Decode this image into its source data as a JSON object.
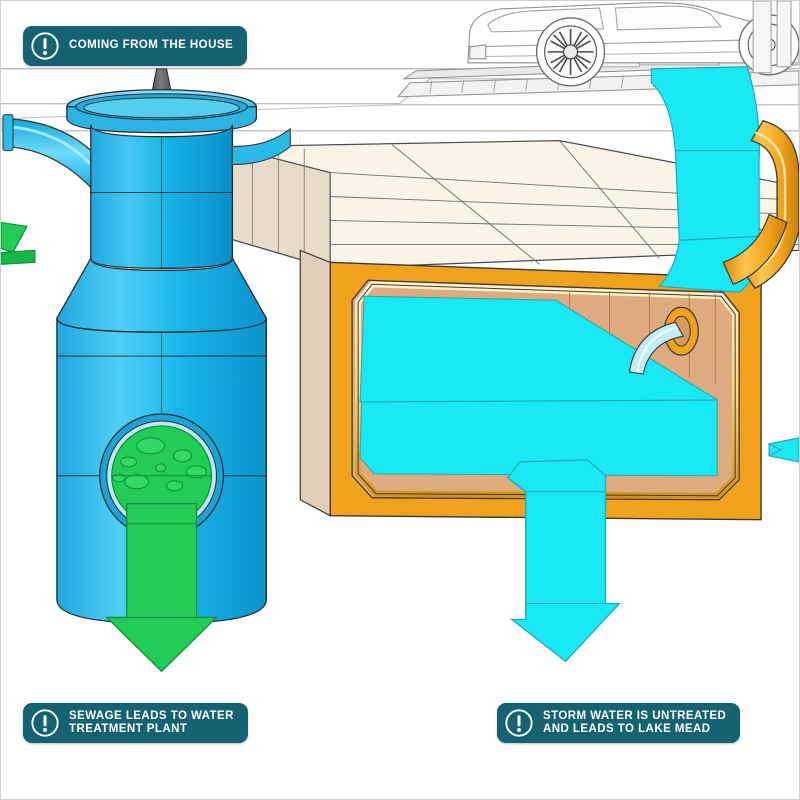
{
  "illustration": {
    "title": "Storm drain and sewer cutaway diagram",
    "background_color": "#ffffff",
    "border_color": "#cfcfcf"
  },
  "callouts": [
    {
      "id": "coming-from-house",
      "label": "COMING FROM THE HOUSE",
      "icon": "exclamation-circle-icon",
      "badge_color": "#156272",
      "text_color": "#ffffff"
    },
    {
      "id": "sewage-to-treatment",
      "label": "SEWAGE LEADS TO WATER\nTREATMENT PLANT",
      "icon": "exclamation-circle-icon",
      "badge_color": "#156272",
      "text_color": "#ffffff"
    },
    {
      "id": "storm-water-untreated",
      "label": "STORM WATER IS UNTREATED\nAND LEADS TO LAKE MEAD",
      "icon": "exclamation-circle-icon",
      "badge_color": "#156272",
      "text_color": "#ffffff"
    }
  ],
  "colors": {
    "sewer_pipe_blue": "#29b6e8",
    "sewer_pipe_blue_dark": "#0f9fd8",
    "storm_water_cyan": "#19e8f5",
    "sewage_green": "#22cc55",
    "vault_frame_orange": "#f0a21c",
    "vault_inner_tan": "#e8b98a",
    "concrete_cream": "#f7efe2",
    "concrete_shade": "#e3d6c6",
    "outline": "#3a3a3a",
    "street_line": "#9a9a9a",
    "cone_gray": "#5d5d5d"
  },
  "scene_elements": {
    "street": "roadway with curb and gutter at top",
    "car": "white outlined car parked on street",
    "manhole": "blue sewer manhole with riser neck, lid flange and conical taper",
    "sewage_window": "green sewage pool with bubbles inside manhole",
    "sewage_arrow": "green downward arrow leaving manhole",
    "inlet_pipe": "blue pipe curving in from the left",
    "left_green_arrow": "green arrow at left edge",
    "vault": "orange framed storm drain vault filled with cyan water",
    "vault_lid": "cream concrete slab covering the vault",
    "storm_sheet": "cyan water sheet pouring from the street into the vault",
    "storm_spout": "small pipe pouring water into vault from the right",
    "storm_outflow": "cyan arrow leaving the vault at the bottom",
    "right_pipe": "orange pipe with cyan water on the right side",
    "right_small_arrow": "small cyan arrow at right edge"
  }
}
